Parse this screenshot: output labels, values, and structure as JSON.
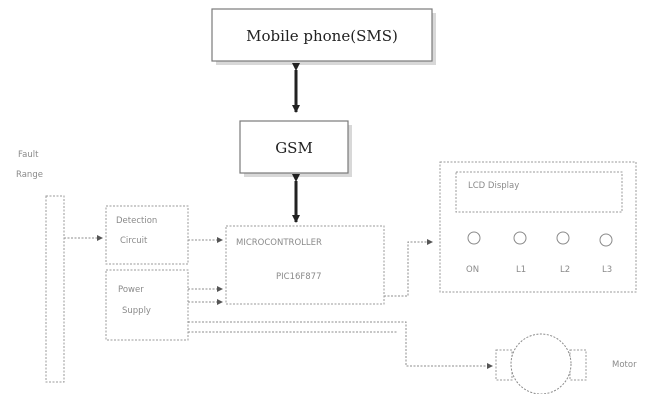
{
  "blocks": {
    "mobile_phone": "Mobile phone(SMS)",
    "gsm": "GSM",
    "side_label_line1": "Fault",
    "side_label_line2": "Range",
    "detection_line1": "Detection",
    "detection_line2": "Circuit",
    "power_line1": "Power",
    "power_line2": "Supply",
    "mcu_line1": "MICROCONTROLLER",
    "mcu_line2": "PIC16F877",
    "lcd": "LCD Display",
    "led_labels": [
      "ON",
      "L1",
      "L2",
      "L3"
    ],
    "motor": "Motor"
  },
  "colors": {
    "line": "#8c8c8c",
    "arrow": "#222222",
    "text": "#222222",
    "faint_text": "#8a8a8a"
  }
}
